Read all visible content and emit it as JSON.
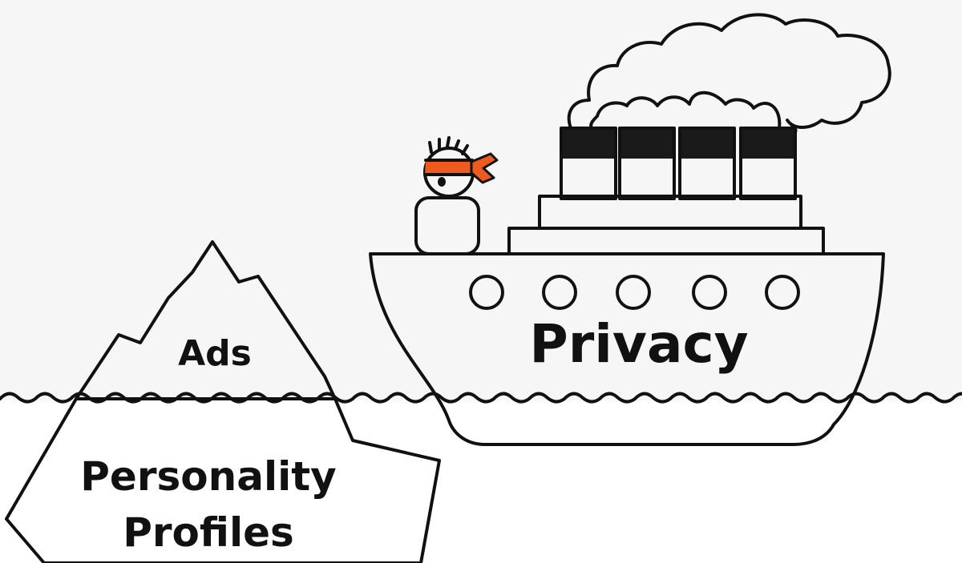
{
  "labels": {
    "iceberg_tip": "Ads",
    "iceberg_under_line1": "Personality",
    "iceberg_under_line2": "Profiles",
    "ship_hull": "Privacy"
  },
  "colors": {
    "sky": "#f6f6f6",
    "water": "#ffffff",
    "outline": "#111111",
    "bandana": "#ef5b1f",
    "smokestack_band": "#1a1a1a"
  },
  "icons": {
    "character": "ninja-mascot-icon",
    "ship": "steamship-icon",
    "iceberg": "iceberg-icon"
  }
}
